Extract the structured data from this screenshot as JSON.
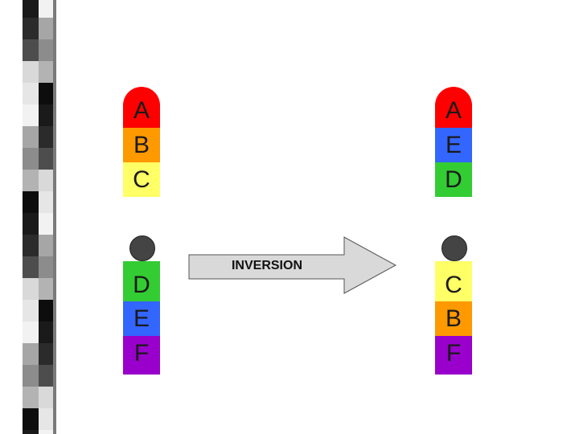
{
  "colors": {
    "red": "#ff0000",
    "orange": "#ff9900",
    "yellow": "#ffff66",
    "green": "#33cc33",
    "blue": "#3366ff",
    "purple": "#9900cc",
    "centromere": "#444444",
    "arrow_fill": "#d9d9d9"
  },
  "diagram": {
    "arrow_label": "INVERSION",
    "left_chromosome": {
      "top_arm": [
        {
          "label": "A",
          "color": "red"
        },
        {
          "label": "B",
          "color": "orange"
        },
        {
          "label": "C",
          "color": "yellow"
        }
      ],
      "bottom_arm": [
        {
          "label": "D",
          "color": "green"
        },
        {
          "label": "E",
          "color": "blue"
        },
        {
          "label": "F",
          "color": "purple"
        }
      ]
    },
    "right_chromosome": {
      "top_arm": [
        {
          "label": "A",
          "color": "red"
        },
        {
          "label": "E",
          "color": "blue"
        },
        {
          "label": "D",
          "color": "green"
        }
      ],
      "bottom_arm": [
        {
          "label": "C",
          "color": "yellow"
        },
        {
          "label": "B",
          "color": "orange"
        },
        {
          "label": "F",
          "color": "purple"
        }
      ]
    }
  }
}
